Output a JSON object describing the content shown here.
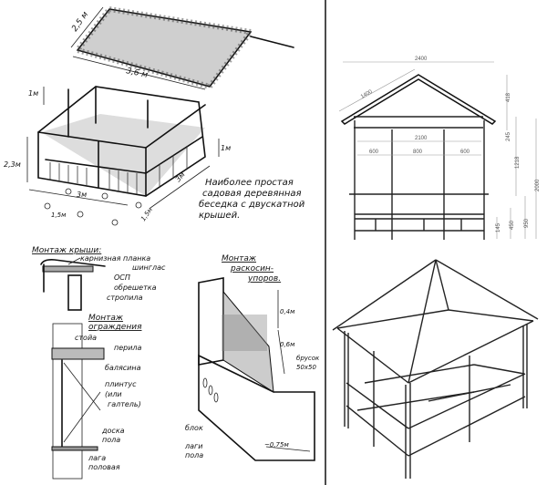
{
  "sketch": {
    "roof_width": "2,5 м",
    "roof_length": "3,6 м",
    "rise": "1м",
    "height": "2,3м",
    "rail_height": "1м",
    "side": "3м",
    "front": "3м",
    "post_spacing_a": "1,5м",
    "post_spacing_b": "1,5м",
    "caption": [
      "Наиболее простая",
      "садовая деревянная",
      "беседка с двускатной",
      "крышей."
    ]
  },
  "roof_detail": {
    "title": "Монтаж крыши:",
    "labels": [
      "карнизная планка",
      "шинглас",
      "ОСП",
      "обрешетка",
      "стропила"
    ]
  },
  "fence_detail": {
    "title": [
      "Монтаж",
      "ограждения"
    ],
    "labels": [
      "стойа",
      "перила",
      "балясина",
      "плинтус",
      "(или",
      "галтель)",
      "доска",
      "пола",
      "лага",
      "половая"
    ]
  },
  "brace_detail": {
    "title": [
      "Монтаж",
      "раскосин-",
      "упоров."
    ],
    "dims": [
      "0,4м",
      "0,6м",
      "~0,75м"
    ],
    "labels": [
      "брусок",
      "50x50",
      "блок",
      "лаги",
      "пола"
    ]
  },
  "elevation": {
    "dims": [
      "2400",
      "1400",
      "418",
      "245",
      "1218",
      "2000",
      "950",
      "450",
      "145",
      "2100",
      "600",
      "800",
      "600"
    ]
  }
}
